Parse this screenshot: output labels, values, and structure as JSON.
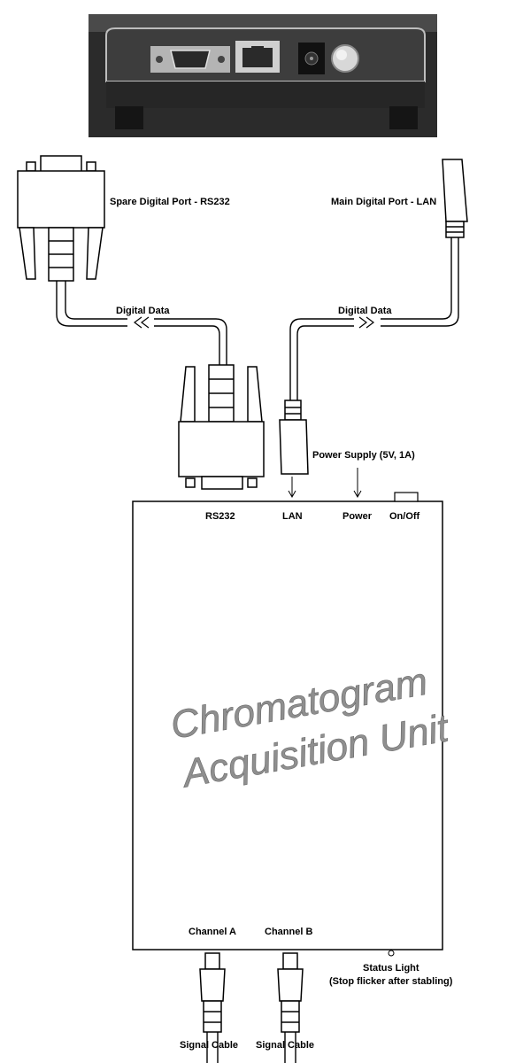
{
  "photo": {
    "description_icon": "device-rear-panel-photo"
  },
  "labels": {
    "spare_port": "Spare Digital Port - RS232",
    "main_port": "Main Digital Port - LAN",
    "digital_data_left": "Digital Data",
    "digital_data_right": "Digital Data",
    "power_supply": "Power Supply (5V, 1A)",
    "rs232": "RS232",
    "lan": "LAN",
    "power": "Power",
    "on_off": "On/Off",
    "unit_line1": "Chromatogram",
    "unit_line2": "Acquisition Unit",
    "channel_a": "Channel A",
    "channel_b": "Channel B",
    "status_light": "Status Light",
    "status_note": "(Stop flicker after stabling)",
    "signal_cable_a": "Signal Cable",
    "signal_cable_b": "Signal Cable"
  },
  "colors": {
    "line": "#000000",
    "unit_text": "#8f8f8f",
    "photo_bg": "#2a2a2a"
  }
}
